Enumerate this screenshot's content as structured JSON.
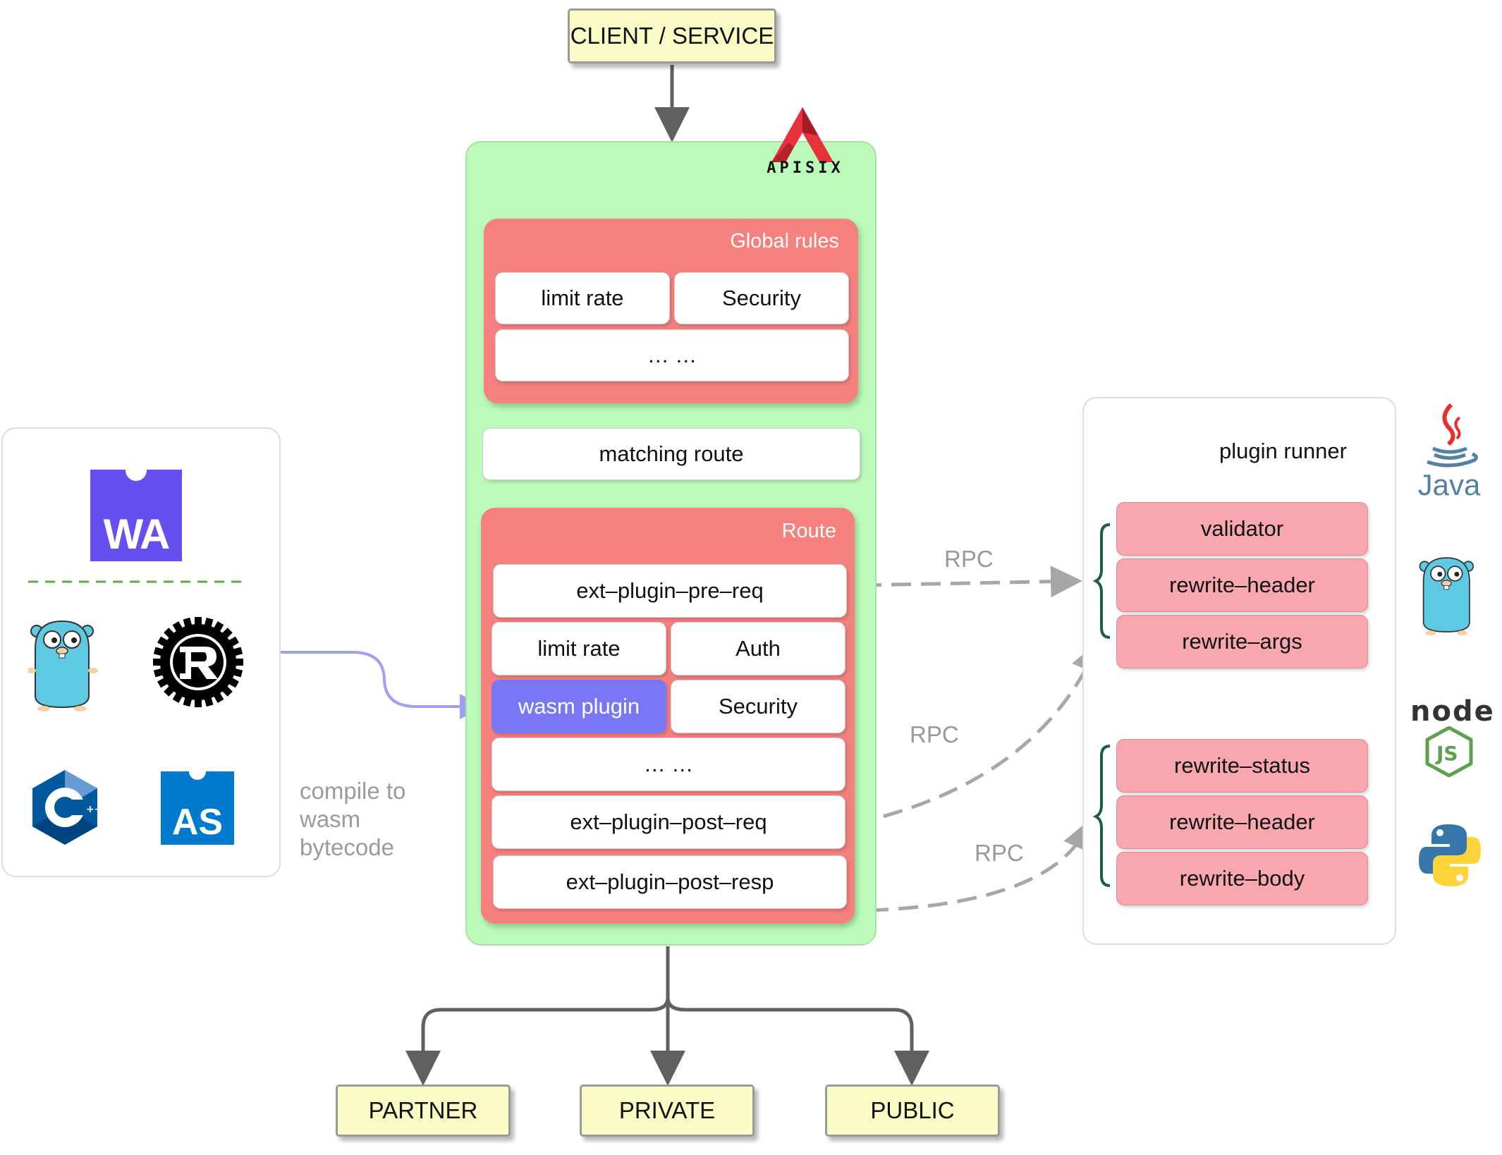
{
  "client_label": "CLIENT / SERVICE",
  "apisix_logo_text": "APISIX",
  "global_rules": {
    "title": "Global rules",
    "items": [
      "limit rate",
      "Security",
      "… …"
    ]
  },
  "matching_route": "matching route",
  "route": {
    "title": "Route",
    "items": {
      "pre_req": "ext–plugin–pre–req",
      "limit_rate": "limit rate",
      "auth": "Auth",
      "wasm": "wasm plugin",
      "security": "Security",
      "dots": "… …",
      "post_req": "ext–plugin–post–req",
      "post_resp": "ext–plugin–post–resp"
    }
  },
  "left_panel": {
    "icons": [
      "webassembly-icon",
      "go-gopher-icon",
      "rust-icon",
      "cpp-icon",
      "assemblyscript-icon"
    ],
    "wa_text": "WA",
    "as_text": "AS"
  },
  "compile_label": [
    "compile to",
    "wasm",
    "bytecode"
  ],
  "rpc_labels": [
    "RPC",
    "RPC",
    "RPC"
  ],
  "plugin_runner": {
    "title": "plugin runner",
    "group1": [
      "validator",
      "rewrite–header",
      "rewrite–args"
    ],
    "group2": [
      "rewrite–status",
      "rewrite–header",
      "rewrite–body"
    ]
  },
  "languages": [
    "java-icon",
    "go-gopher-icon",
    "nodejs-icon",
    "python-icon"
  ],
  "java_text": "Java",
  "node_text": "node",
  "outputs": [
    "PARTNER",
    "PRIVATE",
    "PUBLIC"
  ],
  "colors": {
    "apisix_green": "#bbfab9",
    "rule_red": "#f5807e",
    "wasm_blue": "#7a77f6",
    "runner_pink": "#f7a7ad",
    "endpoint_yellow": "#fbfbc6"
  }
}
